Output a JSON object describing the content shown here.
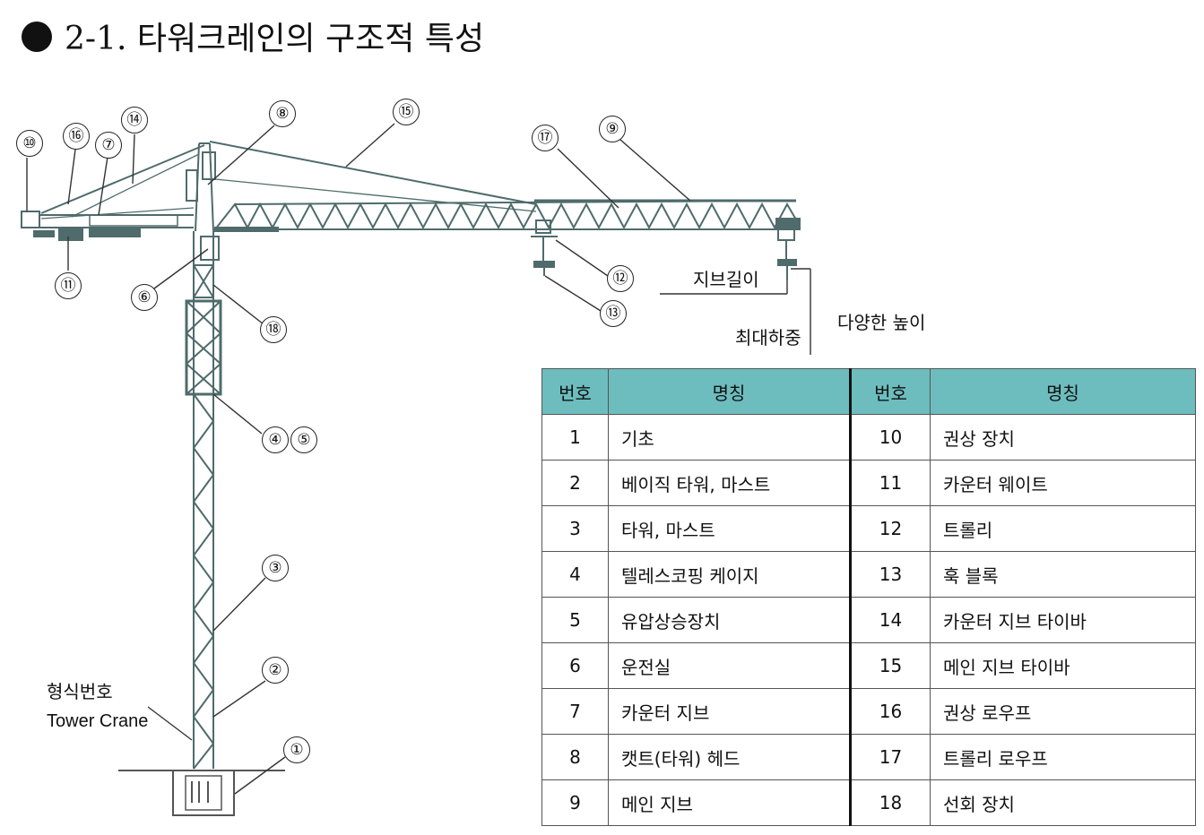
{
  "title": "2-1. 타워크레인의 구조적 특성",
  "diagram_labels": {
    "jib_length": "지브길이",
    "various_height": "다양한 높이",
    "max_load": "최대하중",
    "model_number": "형식번호",
    "model_name": "Tower Crane"
  },
  "callouts": [
    "①",
    "②",
    "③",
    "④",
    "⑤",
    "⑥",
    "⑦",
    "⑧",
    "⑨",
    "⑩",
    "⑪",
    "⑫",
    "⑬",
    "⑭",
    "⑮",
    "⑯",
    "⑰",
    "⑱"
  ],
  "table": {
    "headers": [
      "번호",
      "명칭",
      "번호",
      "명칭"
    ],
    "rows": [
      [
        "1",
        "기초",
        "10",
        "권상 장치"
      ],
      [
        "2",
        "베이직 타워, 마스트",
        "11",
        "카운터 웨이트"
      ],
      [
        "3",
        "타워, 마스트",
        "12",
        "트롤리"
      ],
      [
        "4",
        "텔레스코핑 케이지",
        "13",
        "훅 블록"
      ],
      [
        "5",
        "유압상승장치",
        "14",
        "카운터 지브 타이바"
      ],
      [
        "6",
        "운전실",
        "15",
        "메인 지브 타이바"
      ],
      [
        "7",
        "카운터 지브",
        "16",
        "권상 로우프"
      ],
      [
        "8",
        "캣트(타워) 헤드",
        "17",
        "트롤리 로우프"
      ],
      [
        "9",
        "메인 지브",
        "18",
        "선회 장치"
      ]
    ]
  },
  "colors": {
    "structure": "#4f6b6b",
    "header_bg": "#6dbdbe"
  }
}
